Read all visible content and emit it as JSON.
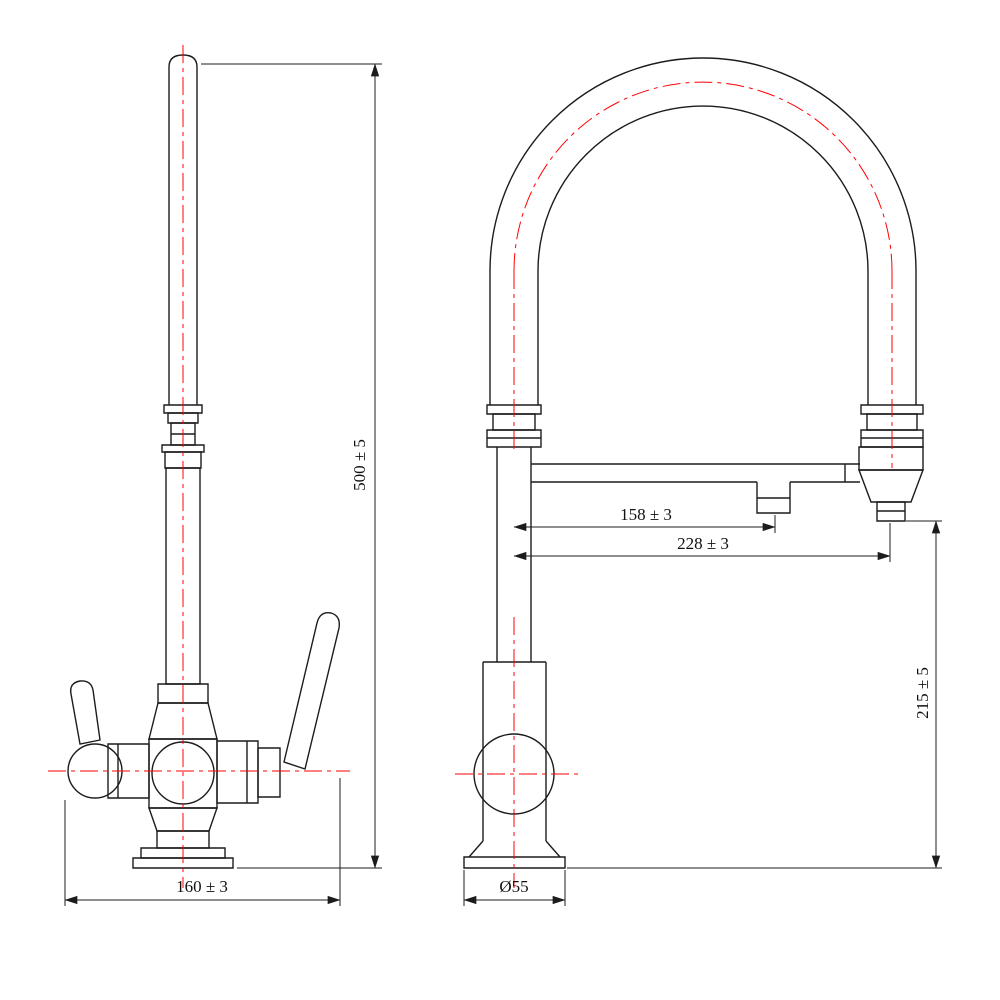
{
  "drawing": {
    "colors": {
      "outline": "#1c1c1c",
      "centerline": "#ff0000",
      "background": "#ffffff"
    },
    "views": {
      "side": {
        "label_height": "500 ± 5",
        "label_width": "160 ± 3"
      },
      "front": {
        "label_spout_reach": "158 ± 3",
        "label_spray_reach": "228 ± 3",
        "label_spout_height": "215 ± 5",
        "label_base_diameter": "Ø55"
      }
    }
  }
}
